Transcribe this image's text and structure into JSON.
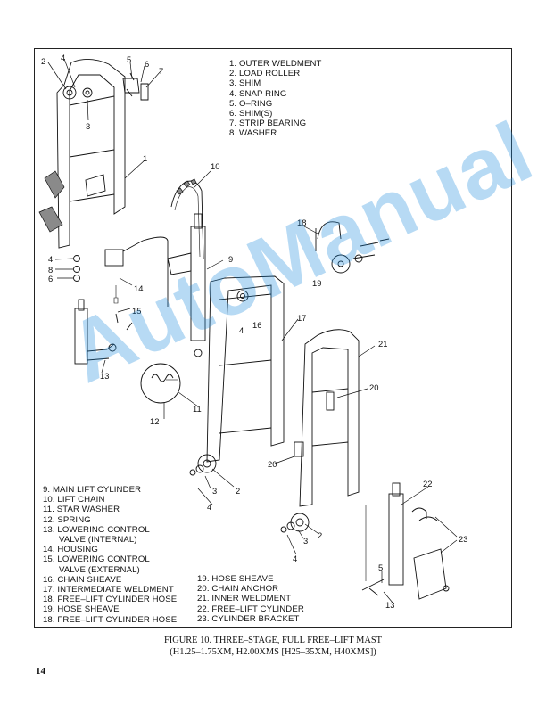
{
  "figure": {
    "caption_line1": "FIGURE 10. THREE–STAGE, FULL FREE–LIFT MAST",
    "caption_line2": "(H1.25–1.75XM, H2.00XMS [H25–35XM, H40XMS])"
  },
  "page_number": "14",
  "watermark": "AutoManual",
  "legend_top": [
    {
      "num": "1.",
      "label": "OUTER WELDMENT"
    },
    {
      "num": "2.",
      "label": "LOAD ROLLER"
    },
    {
      "num": "3.",
      "label": "SHIM"
    },
    {
      "num": "4.",
      "label": "SNAP RING"
    },
    {
      "num": "5.",
      "label": "O–RING"
    },
    {
      "num": "6.",
      "label": "SHIM(S)"
    },
    {
      "num": "7.",
      "label": "STRIP BEARING"
    },
    {
      "num": "8.",
      "label": "WASHER"
    }
  ],
  "legend_bottom_left": [
    {
      "num": "9.",
      "label": "MAIN LIFT CYLINDER"
    },
    {
      "num": "10.",
      "label": "LIFT CHAIN"
    },
    {
      "num": "11.",
      "label": "STAR WASHER"
    },
    {
      "num": "12.",
      "label": "SPRING"
    },
    {
      "num": "13.",
      "label": "LOWERING CONTROL",
      "cont": "VALVE (INTERNAL)"
    },
    {
      "num": "14.",
      "label": "HOUSING"
    },
    {
      "num": "15.",
      "label": "LOWERING CONTROL",
      "cont": "VALVE (EXTERNAL)"
    },
    {
      "num": "16.",
      "label": "CHAIN SHEAVE"
    },
    {
      "num": "17.",
      "label": "INTERMEDIATE WELDMENT"
    },
    {
      "num": "18.",
      "label": "FREE–LIFT CYLINDER HOSE"
    },
    {
      "num": "19.",
      "label": "HOSE SHEAVE"
    },
    {
      "num": "18.",
      "label": "FREE–LIFT CYLINDER HOSE"
    }
  ],
  "legend_bottom_right": [
    {
      "num": "19.",
      "label": "HOSE SHEAVE"
    },
    {
      "num": "20.",
      "label": "CHAIN ANCHOR"
    },
    {
      "num": "21.",
      "label": "INNER WELDMENT"
    },
    {
      "num": "22.",
      "label": "FREE–LIFT CYLINDER"
    },
    {
      "num": "23.",
      "label": "CYLINDER BRACKET"
    }
  ],
  "callouts": [
    "1",
    "2",
    "3",
    "4",
    "5",
    "6",
    "7",
    "8",
    "9",
    "10",
    "11",
    "12",
    "13",
    "14",
    "15",
    "16",
    "17",
    "18",
    "19",
    "20",
    "21",
    "22",
    "23"
  ]
}
